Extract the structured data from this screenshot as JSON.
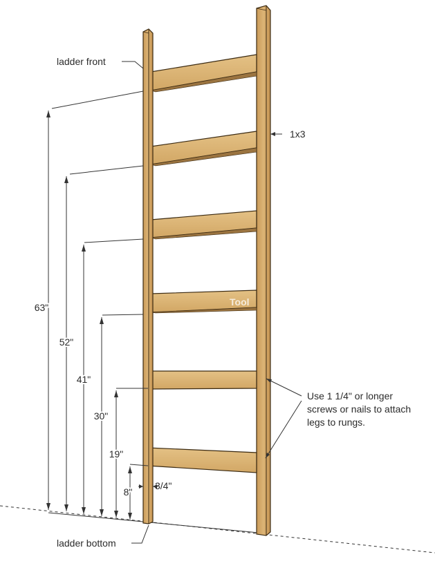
{
  "labels": {
    "ladder_front": "ladder front",
    "lumber": "1x3",
    "note_line1": "Use 1 1/4\" or longer",
    "note_line2": "screws or nails to attach",
    "note_line3": "legs to rungs.",
    "ladder_bottom": "ladder bottom",
    "thickness": "3/4\""
  },
  "dimensions": [
    "63\"",
    "52\"",
    "41\"",
    "30\"",
    "19\"",
    "8\""
  ],
  "watermark": "Tool",
  "colors": {
    "wood": "#d9b071",
    "wood_light": "#e6c489",
    "wood_dark": "#b18745",
    "edge": "#3b2a12",
    "line": "#333333"
  }
}
